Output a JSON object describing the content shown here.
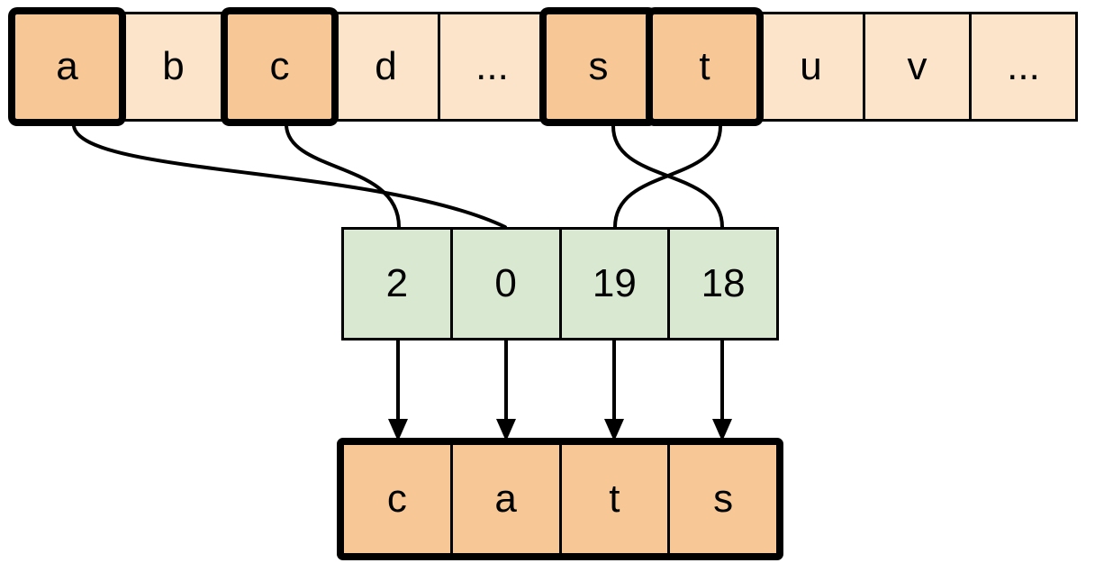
{
  "alphabet_row": {
    "cells": [
      {
        "label": "a",
        "highlighted": true
      },
      {
        "label": "b",
        "highlighted": false
      },
      {
        "label": "c",
        "highlighted": true
      },
      {
        "label": "d",
        "highlighted": false
      },
      {
        "label": "...",
        "highlighted": false
      },
      {
        "label": "s",
        "highlighted": true
      },
      {
        "label": "t",
        "highlighted": true
      },
      {
        "label": "u",
        "highlighted": false
      },
      {
        "label": "v",
        "highlighted": false
      },
      {
        "label": "...",
        "highlighted": false
      }
    ]
  },
  "index_row": {
    "cells": [
      {
        "label": "2"
      },
      {
        "label": "0"
      },
      {
        "label": "19"
      },
      {
        "label": "18"
      }
    ]
  },
  "result_row": {
    "cells": [
      {
        "label": "c"
      },
      {
        "label": "a"
      },
      {
        "label": "t"
      },
      {
        "label": "s"
      }
    ]
  },
  "connections": [
    {
      "from_letter": "c",
      "to_index_cell": 0,
      "index_value": "2"
    },
    {
      "from_letter": "a",
      "to_index_cell": 1,
      "index_value": "0"
    },
    {
      "from_letter": "t",
      "to_index_cell": 2,
      "index_value": "19"
    },
    {
      "from_letter": "s",
      "to_index_cell": 3,
      "index_value": "18"
    }
  ],
  "colors": {
    "highlight_fill": "#F7C896",
    "plain_fill": "#FBE4C9",
    "index_fill": "#D9E8D1",
    "line_stroke": "#000000"
  }
}
